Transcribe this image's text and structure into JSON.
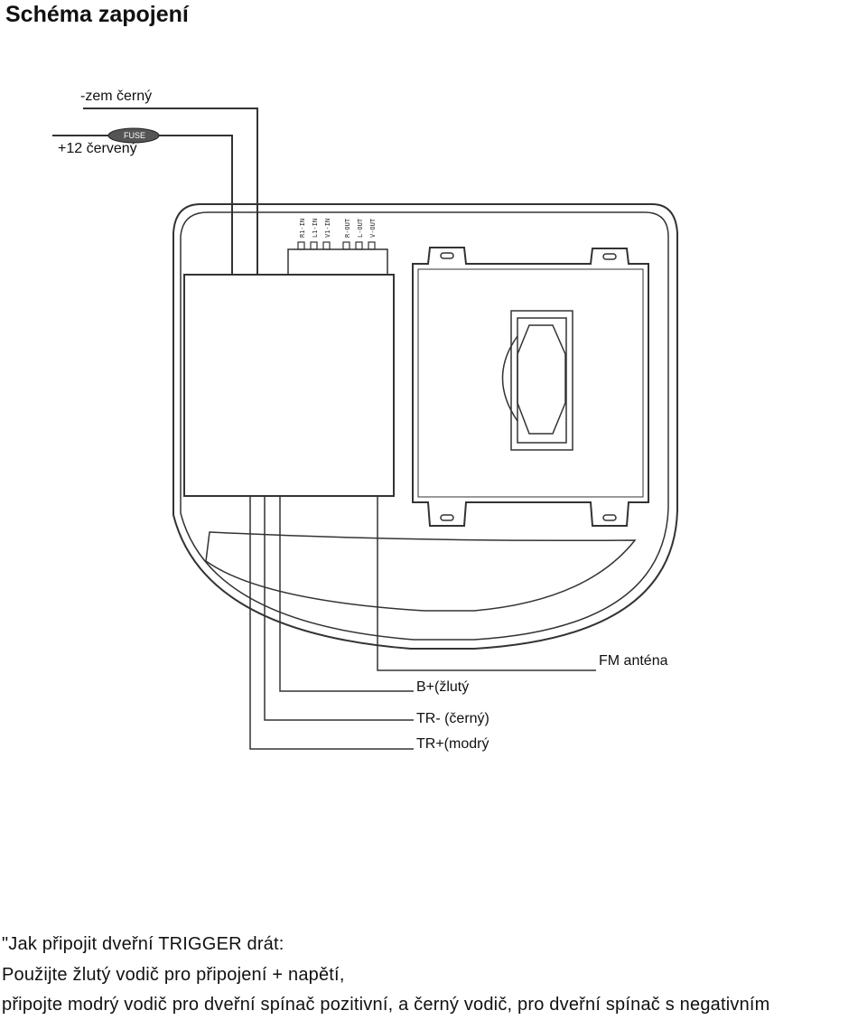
{
  "title": "Schéma zapojení",
  "wires": {
    "ground": "-zem černý",
    "power": "+12 červený",
    "fuse": "FUSE",
    "fm_antenna": "FM anténa",
    "b_plus": "B+(žlutý",
    "tr_minus": "TR- (černý)",
    "tr_plus": "TR+(modrý"
  },
  "ports": [
    "R1-IN",
    "L1-IN",
    "V1-IN",
    "R-OUT",
    "L-OUT",
    "V-OUT"
  ],
  "notes": {
    "line1": "\"Jak připojit dveřní TRIGGER drát:",
    "line2": " Použijte žlutý vodič pro připojení + napětí,",
    "line3": "připojte modrý vodič pro dveřní spínač pozitivní, a černý vodič, pro dveřní spínač s negativním"
  }
}
